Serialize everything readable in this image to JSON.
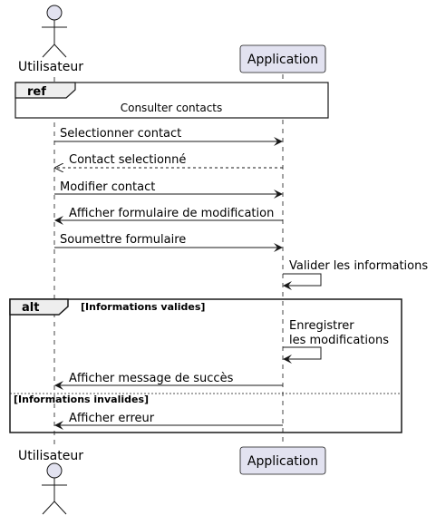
{
  "participants": {
    "actor": "Utilisateur",
    "app": "Application"
  },
  "ref": {
    "tag": "ref",
    "text": "Consulter contacts"
  },
  "messages": [
    "Selectionner contact",
    "Contact selectionné",
    "Modifier contact",
    "Afficher formulaire de modification",
    "Soumettre formulaire",
    "Valider les informations",
    "Enregistrer",
    "les modifications",
    "Afficher message de succès",
    "Afficher erreur"
  ],
  "alt": {
    "tag": "alt",
    "guard1": "[Informations valides]",
    "guard2": "[Informations invalides]"
  },
  "colors": {
    "participant_fill": "#E2E2F0",
    "participant_border": "#181818",
    "lifeline": "#181818",
    "frame_tag_fill": "#EEEEEE"
  }
}
